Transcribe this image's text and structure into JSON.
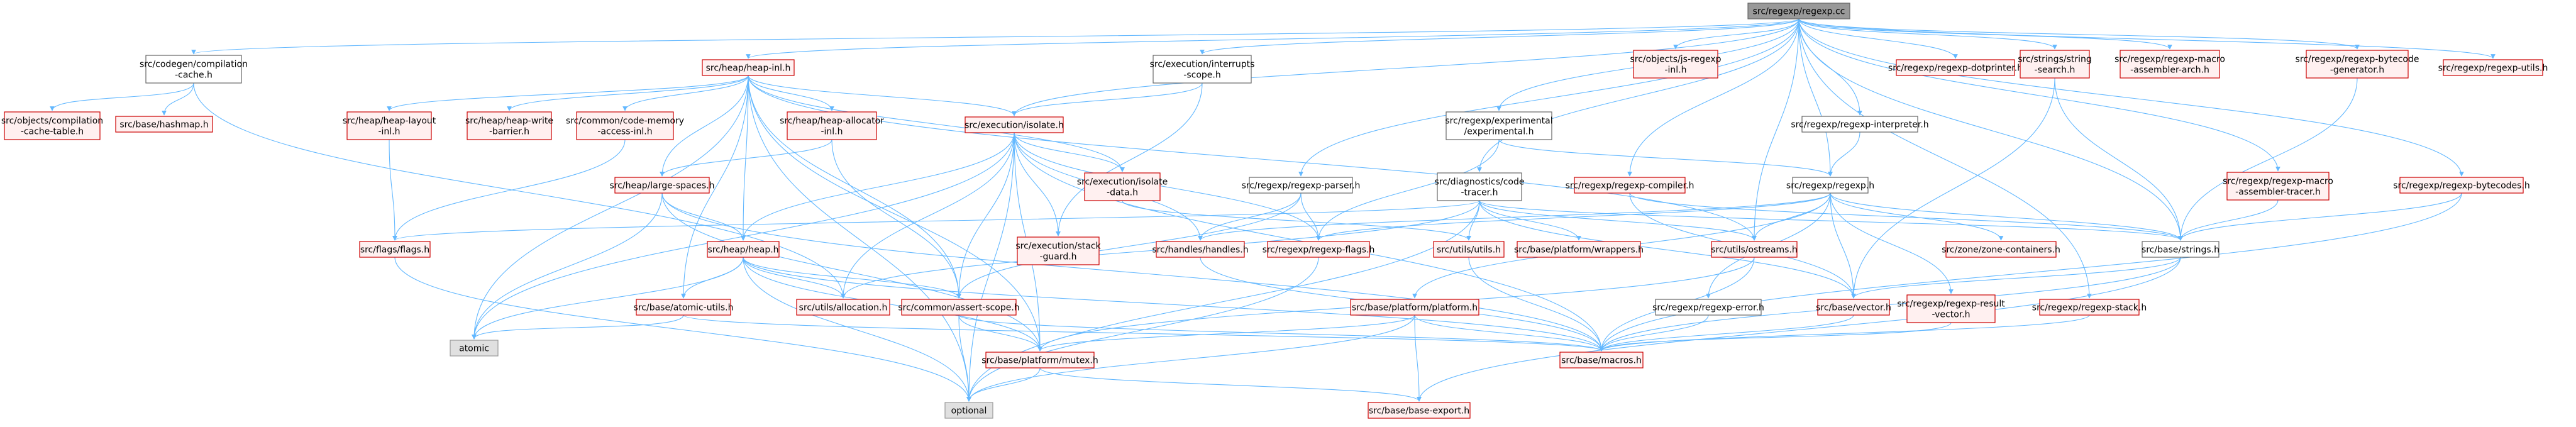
{
  "colors": {
    "edge": "#63b8ff",
    "root_fill": "#999999",
    "root_border": "#666666",
    "normal_fill": "#ffffff",
    "normal_border": "#666666",
    "missing_fill": "#fff0f0",
    "missing_border": "#cc0000",
    "system_fill": "#e0e0e0",
    "system_border": "#999999"
  },
  "nodes": [
    {
      "id": "root",
      "lines": [
        "src/regexp/regexp.cc"
      ],
      "style": "root"
    },
    {
      "id": "codegen_cache",
      "lines": [
        "src/codegen/compilation",
        "-cache.h"
      ],
      "style": "normal"
    },
    {
      "id": "heap_inl",
      "lines": [
        "src/heap/heap-inl.h"
      ],
      "style": "missing"
    },
    {
      "id": "interrupts",
      "lines": [
        "src/execution/interrupts",
        "-scope.h"
      ],
      "style": "normal"
    },
    {
      "id": "js_regexp",
      "lines": [
        "src/objects/js-regexp",
        "-inl.h"
      ],
      "style": "missing"
    },
    {
      "id": "dotprinter",
      "lines": [
        "src/regexp/regexp-dotprinter.h"
      ],
      "style": "missing"
    },
    {
      "id": "string_search",
      "lines": [
        "src/strings/string",
        "-search.h"
      ],
      "style": "missing"
    },
    {
      "id": "macro_arch",
      "lines": [
        "src/regexp/regexp-macro",
        "-assembler-arch.h"
      ],
      "style": "missing"
    },
    {
      "id": "bytecode_gen",
      "lines": [
        "src/regexp/regexp-bytecode",
        "-generator.h"
      ],
      "style": "missing"
    },
    {
      "id": "regexp_utils",
      "lines": [
        "src/regexp/regexp-utils.h"
      ],
      "style": "missing"
    },
    {
      "id": "comp_table",
      "lines": [
        "src/objects/compilation",
        "-cache-table.h"
      ],
      "style": "missing"
    },
    {
      "id": "hashmap",
      "lines": [
        "src/base/hashmap.h"
      ],
      "style": "missing"
    },
    {
      "id": "heap_layout",
      "lines": [
        "src/heap/heap-layout",
        "-inl.h"
      ],
      "style": "missing"
    },
    {
      "id": "heap_write",
      "lines": [
        "src/heap/heap-write",
        "-barrier.h"
      ],
      "style": "missing"
    },
    {
      "id": "code_memory",
      "lines": [
        "src/common/code-memory",
        "-access-inl.h"
      ],
      "style": "missing"
    },
    {
      "id": "heap_alloc",
      "lines": [
        "src/heap/heap-allocator",
        "-inl.h"
      ],
      "style": "missing"
    },
    {
      "id": "isolate",
      "lines": [
        "src/execution/isolate.h"
      ],
      "style": "missing"
    },
    {
      "id": "experimental",
      "lines": [
        "src/regexp/experimental",
        "/experimental.h"
      ],
      "style": "normal"
    },
    {
      "id": "interpreter",
      "lines": [
        "src/regexp/regexp-interpreter.h"
      ],
      "style": "normal"
    },
    {
      "id": "macro_tracer",
      "lines": [
        "src/regexp/regexp-macro",
        "-assembler-tracer.h"
      ],
      "style": "missing"
    },
    {
      "id": "bytecodes",
      "lines": [
        "src/regexp/regexp-bytecodes.h"
      ],
      "style": "missing"
    },
    {
      "id": "large_spaces",
      "lines": [
        "src/heap/large-spaces.h"
      ],
      "style": "missing"
    },
    {
      "id": "isolate_data",
      "lines": [
        "src/execution/isolate",
        "-data.h"
      ],
      "style": "missing"
    },
    {
      "id": "parser",
      "lines": [
        "src/regexp/regexp-parser.h"
      ],
      "style": "normal"
    },
    {
      "id": "code_tracer",
      "lines": [
        "src/diagnostics/code",
        "-tracer.h"
      ],
      "style": "normal"
    },
    {
      "id": "compiler",
      "lines": [
        "src/regexp/regexp-compiler.h"
      ],
      "style": "missing"
    },
    {
      "id": "regexp_h",
      "lines": [
        "src/regexp/regexp.h"
      ],
      "style": "normal"
    },
    {
      "id": "flags",
      "lines": [
        "src/flags/flags.h"
      ],
      "style": "missing"
    },
    {
      "id": "heap_h",
      "lines": [
        "src/heap/heap.h"
      ],
      "style": "missing"
    },
    {
      "id": "stack_guard",
      "lines": [
        "src/execution/stack",
        "-guard.h"
      ],
      "style": "missing"
    },
    {
      "id": "handles",
      "lines": [
        "src/handles/handles.h"
      ],
      "style": "missing"
    },
    {
      "id": "regexp_flags",
      "lines": [
        "src/regexp/regexp-flags.h"
      ],
      "style": "missing"
    },
    {
      "id": "utils",
      "lines": [
        "src/utils/utils.h"
      ],
      "style": "missing"
    },
    {
      "id": "wrappers",
      "lines": [
        "src/base/platform/wrappers.h"
      ],
      "style": "missing"
    },
    {
      "id": "ostreams",
      "lines": [
        "src/utils/ostreams.h"
      ],
      "style": "missing"
    },
    {
      "id": "zone",
      "lines": [
        "src/zone/zone-containers.h"
      ],
      "style": "missing"
    },
    {
      "id": "strings",
      "lines": [
        "src/base/strings.h"
      ],
      "style": "normal"
    },
    {
      "id": "atomic_utils",
      "lines": [
        "src/base/atomic-utils.h"
      ],
      "style": "missing"
    },
    {
      "id": "allocation",
      "lines": [
        "src/utils/allocation.h"
      ],
      "style": "missing"
    },
    {
      "id": "assert_scope",
      "lines": [
        "src/common/assert-scope.h"
      ],
      "style": "missing"
    },
    {
      "id": "platform",
      "lines": [
        "src/base/platform/platform.h"
      ],
      "style": "missing"
    },
    {
      "id": "regexp_error",
      "lines": [
        "src/regexp/regexp-error.h"
      ],
      "style": "normal"
    },
    {
      "id": "vector",
      "lines": [
        "src/base/vector.h"
      ],
      "style": "missing"
    },
    {
      "id": "result_vector",
      "lines": [
        "src/regexp/regexp-result",
        "-vector.h"
      ],
      "style": "missing"
    },
    {
      "id": "regexp_stack",
      "lines": [
        "src/regexp/regexp-stack.h"
      ],
      "style": "missing"
    },
    {
      "id": "atomic",
      "lines": [
        "atomic"
      ],
      "style": "system"
    },
    {
      "id": "mutex",
      "lines": [
        "src/base/platform/mutex.h"
      ],
      "style": "missing"
    },
    {
      "id": "macros",
      "lines": [
        "src/base/macros.h"
      ],
      "style": "missing"
    },
    {
      "id": "optional",
      "lines": [
        "optional"
      ],
      "style": "system"
    },
    {
      "id": "base_export",
      "lines": [
        "src/base/base-export.h"
      ],
      "style": "missing"
    }
  ],
  "edges": [
    [
      "root",
      "codegen_cache"
    ],
    [
      "root",
      "heap_inl"
    ],
    [
      "root",
      "interrupts"
    ],
    [
      "root",
      "js_regexp"
    ],
    [
      "root",
      "dotprinter"
    ],
    [
      "root",
      "string_search"
    ],
    [
      "root",
      "macro_arch"
    ],
    [
      "root",
      "bytecode_gen"
    ],
    [
      "root",
      "regexp_utils"
    ],
    [
      "root",
      "experimental"
    ],
    [
      "root",
      "interpreter"
    ],
    [
      "root",
      "macro_tracer"
    ],
    [
      "root",
      "bytecodes"
    ],
    [
      "root",
      "parser"
    ],
    [
      "root",
      "code_tracer"
    ],
    [
      "root",
      "compiler"
    ],
    [
      "root",
      "regexp_h"
    ],
    [
      "root",
      "strings"
    ],
    [
      "root",
      "ostreams"
    ],
    [
      "root",
      "regexp_stack"
    ],
    [
      "root",
      "isolate"
    ],
    [
      "codegen_cache",
      "comp_table"
    ],
    [
      "codegen_cache",
      "hashmap"
    ],
    [
      "codegen_cache",
      "allocation"
    ],
    [
      "heap_inl",
      "heap_layout"
    ],
    [
      "heap_inl",
      "heap_write"
    ],
    [
      "heap_inl",
      "code_memory"
    ],
    [
      "heap_inl",
      "heap_alloc"
    ],
    [
      "heap_inl",
      "isolate"
    ],
    [
      "heap_inl",
      "large_spaces"
    ],
    [
      "heap_inl",
      "heap_h"
    ],
    [
      "heap_inl",
      "isolate_data"
    ],
    [
      "heap_inl",
      "atomic"
    ],
    [
      "heap_inl",
      "optional"
    ],
    [
      "heap_inl",
      "atomic_utils"
    ],
    [
      "heap_inl",
      "assert_scope"
    ],
    [
      "heap_inl",
      "mutex"
    ],
    [
      "heap_inl",
      "ostreams"
    ],
    [
      "interrupts",
      "isolate"
    ],
    [
      "interrupts",
      "stack_guard"
    ],
    [
      "string_search",
      "strings"
    ],
    [
      "string_search",
      "vector"
    ],
    [
      "bytecode_gen",
      "strings"
    ],
    [
      "heap_layout",
      "flags"
    ],
    [
      "code_memory",
      "flags"
    ],
    [
      "heap_alloc",
      "large_spaces"
    ],
    [
      "heap_alloc",
      "assert_scope"
    ],
    [
      "isolate",
      "isolate_data"
    ],
    [
      "isolate",
      "stack_guard"
    ],
    [
      "isolate",
      "handles"
    ],
    [
      "isolate",
      "heap_h"
    ],
    [
      "isolate",
      "allocation"
    ],
    [
      "isolate",
      "assert_scope"
    ],
    [
      "isolate",
      "mutex"
    ],
    [
      "isolate",
      "macros"
    ],
    [
      "isolate",
      "optional"
    ],
    [
      "isolate",
      "atomic"
    ],
    [
      "isolate",
      "regexp_flags"
    ],
    [
      "experimental",
      "regexp_flags"
    ],
    [
      "experimental",
      "regexp_h"
    ],
    [
      "interpreter",
      "regexp_h"
    ],
    [
      "macro_tracer",
      "strings"
    ],
    [
      "bytecodes",
      "strings"
    ],
    [
      "bytecodes",
      "macros"
    ],
    [
      "large_spaces",
      "heap_h"
    ],
    [
      "large_spaces",
      "atomic"
    ],
    [
      "large_spaces",
      "mutex"
    ],
    [
      "large_spaces",
      "macros"
    ],
    [
      "isolate_data",
      "utils"
    ],
    [
      "parser",
      "regexp_flags"
    ],
    [
      "parser",
      "handles"
    ],
    [
      "parser",
      "assert_scope"
    ],
    [
      "code_tracer",
      "flags"
    ],
    [
      "code_tracer",
      "utils"
    ],
    [
      "code_tracer",
      "wrappers"
    ],
    [
      "code_tracer",
      "ostreams"
    ],
    [
      "code_tracer",
      "optional"
    ],
    [
      "code_tracer",
      "allocation"
    ],
    [
      "code_tracer",
      "strings"
    ],
    [
      "code_tracer",
      "vector"
    ],
    [
      "compiler",
      "strings"
    ],
    [
      "compiler",
      "vector"
    ],
    [
      "regexp_h",
      "regexp_flags"
    ],
    [
      "regexp_h",
      "handles"
    ],
    [
      "regexp_h",
      "regexp_error"
    ],
    [
      "regexp_h",
      "result_vector"
    ],
    [
      "regexp_h",
      "zone"
    ],
    [
      "regexp_h",
      "strings"
    ],
    [
      "regexp_h",
      "vector"
    ],
    [
      "regexp_h",
      "ostreams"
    ],
    [
      "regexp_h",
      "platform"
    ],
    [
      "flags",
      "optional"
    ],
    [
      "heap_h",
      "atomic_utils"
    ],
    [
      "heap_h",
      "allocation"
    ],
    [
      "heap_h",
      "assert_scope"
    ],
    [
      "heap_h",
      "mutex"
    ],
    [
      "heap_h",
      "atomic"
    ],
    [
      "heap_h",
      "optional"
    ],
    [
      "heap_h",
      "macros"
    ],
    [
      "handles",
      "macros"
    ],
    [
      "regexp_flags",
      "optional"
    ],
    [
      "utils",
      "macros"
    ],
    [
      "ostreams",
      "macros"
    ],
    [
      "ostreams",
      "mutex"
    ],
    [
      "strings",
      "vector"
    ],
    [
      "strings",
      "macros"
    ],
    [
      "strings",
      "base_export"
    ],
    [
      "atomic_utils",
      "atomic"
    ],
    [
      "atomic_utils",
      "macros"
    ],
    [
      "assert_scope",
      "mutex"
    ],
    [
      "assert_scope",
      "optional"
    ],
    [
      "assert_scope",
      "macros"
    ],
    [
      "platform",
      "mutex"
    ],
    [
      "platform",
      "macros"
    ],
    [
      "platform",
      "base_export"
    ],
    [
      "platform",
      "optional"
    ],
    [
      "regexp_error",
      "macros"
    ],
    [
      "vector",
      "macros"
    ],
    [
      "result_vector",
      "macros"
    ],
    [
      "regexp_stack",
      "macros"
    ],
    [
      "mutex",
      "base_export"
    ],
    [
      "mutex",
      "optional"
    ]
  ]
}
